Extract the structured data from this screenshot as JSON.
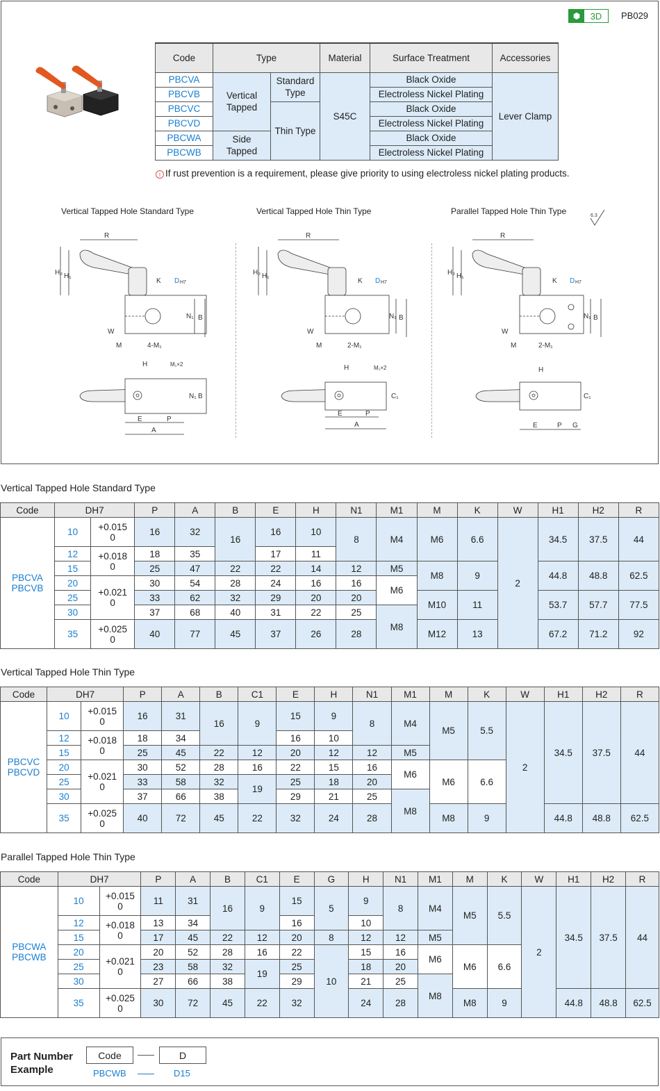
{
  "header": {
    "badge_3d": "3D",
    "page_code": "PB029"
  },
  "spec_table": {
    "headers": [
      "Code",
      "Type",
      "Material",
      "Surface Treatment",
      "Accessories"
    ],
    "codes": [
      "PBCVA",
      "PBCVB",
      "PBCVC",
      "PBCVD",
      "PBCWA",
      "PBCWB"
    ],
    "type_vertical": "Vertical Tapped",
    "type_side": "Side Tapped",
    "subtype_standard": "Standard Type",
    "subtype_thin": "Thin Type",
    "material": "S45C",
    "treatments": [
      "Black Oxide",
      "Electroless Nickel Plating",
      "Black Oxide",
      "Electroless Nickel Plating",
      "Black Oxide",
      "Electroless Nickel Plating"
    ],
    "accessories": "Lever Clamp"
  },
  "note": "If rust prevention is a requirement, please give priority to using electroless nickel plating products.",
  "drawings": {
    "titles": [
      "Vertical Tapped Hole Standard Type",
      "Vertical Tapped Hole Thin Type",
      "Parallel Tapped Hole Thin Type"
    ],
    "roughness": "6.3"
  },
  "table1": {
    "title": "Vertical Tapped Hole Standard Type",
    "headers": [
      "Code",
      "DH7",
      "P",
      "A",
      "B",
      "E",
      "H",
      "N1",
      "M1",
      "M",
      "K",
      "W",
      "H1",
      "H2",
      "R"
    ],
    "code": "PBCVA\nPBCVB",
    "d": [
      "10",
      "12",
      "15",
      "20",
      "25",
      "30",
      "35"
    ],
    "tol": [
      "+0.015\n0",
      "+0.018\n0",
      "+0.021\n0",
      "+0.025\n0"
    ],
    "P": [
      "16",
      "18",
      "25",
      "30",
      "33",
      "37",
      "40"
    ],
    "A": [
      "32",
      "35",
      "47",
      "54",
      "62",
      "68",
      "77"
    ],
    "B": [
      "16",
      "22",
      "28",
      "32",
      "40",
      "45"
    ],
    "E": [
      "16",
      "17",
      "22",
      "24",
      "29",
      "31",
      "37"
    ],
    "H": [
      "10",
      "11",
      "14",
      "16",
      "20",
      "22",
      "26"
    ],
    "N1": [
      "8",
      "12",
      "16",
      "20",
      "25",
      "28"
    ],
    "M1": [
      "M4",
      "M5",
      "M6",
      "M8"
    ],
    "M": [
      "M6",
      "M8",
      "M10",
      "M12"
    ],
    "K": [
      "6.6",
      "9",
      "11",
      "13"
    ],
    "W": "2",
    "H1": [
      "34.5",
      "44.8",
      "53.7",
      "67.2"
    ],
    "H2": [
      "37.5",
      "48.8",
      "57.7",
      "71.2"
    ],
    "R": [
      "44",
      "62.5",
      "77.5",
      "92"
    ]
  },
  "table2": {
    "title": "Vertical Tapped Hole Thin Type",
    "headers": [
      "Code",
      "DH7",
      "P",
      "A",
      "B",
      "C1",
      "E",
      "H",
      "N1",
      "M1",
      "M",
      "K",
      "W",
      "H1",
      "H2",
      "R"
    ],
    "code": "PBCVC\nPBCVD",
    "d": [
      "10",
      "12",
      "15",
      "20",
      "25",
      "30",
      "35"
    ],
    "tol": [
      "+0.015\n0",
      "+0.018\n0",
      "+0.021\n0",
      "+0.025\n0"
    ],
    "P": [
      "16",
      "18",
      "25",
      "30",
      "33",
      "37",
      "40"
    ],
    "A": [
      "31",
      "34",
      "45",
      "52",
      "58",
      "66",
      "72"
    ],
    "B": [
      "16",
      "22",
      "28",
      "32",
      "38",
      "45"
    ],
    "C1": [
      "9",
      "12",
      "16",
      "19",
      "22"
    ],
    "E": [
      "15",
      "16",
      "20",
      "22",
      "25",
      "29",
      "32"
    ],
    "H": [
      "9",
      "10",
      "12",
      "15",
      "18",
      "21",
      "24"
    ],
    "N1": [
      "8",
      "12",
      "16",
      "20",
      "25",
      "28"
    ],
    "M1": [
      "M4",
      "M5",
      "M6",
      "M8"
    ],
    "M": [
      "M5",
      "M6",
      "M8"
    ],
    "K": [
      "5.5",
      "6.6",
      "9"
    ],
    "W": "2",
    "H1": [
      "34.5",
      "44.8"
    ],
    "H2": [
      "37.5",
      "48.8"
    ],
    "R": [
      "44",
      "62.5"
    ]
  },
  "table3": {
    "title": "Parallel Tapped Hole Thin Type",
    "headers": [
      "Code",
      "DH7",
      "P",
      "A",
      "B",
      "C1",
      "E",
      "G",
      "H",
      "N1",
      "M1",
      "M",
      "K",
      "W",
      "H1",
      "H2",
      "R"
    ],
    "code": "PBCWA\nPBCWB",
    "d": [
      "10",
      "12",
      "15",
      "20",
      "25",
      "30",
      "35"
    ],
    "tol": [
      "+0.015\n0",
      "+0.018\n0",
      "+0.021\n0",
      "+0.025\n0"
    ],
    "P": [
      "11",
      "13",
      "17",
      "20",
      "23",
      "27",
      "30"
    ],
    "A": [
      "31",
      "34",
      "45",
      "52",
      "58",
      "66",
      "72"
    ],
    "B": [
      "16",
      "22",
      "28",
      "32",
      "38",
      "45"
    ],
    "C1": [
      "9",
      "12",
      "16",
      "19",
      "22"
    ],
    "E": [
      "15",
      "16",
      "20",
      "22",
      "25",
      "29",
      "32"
    ],
    "G": [
      "5",
      "8",
      "10"
    ],
    "H": [
      "9",
      "10",
      "12",
      "15",
      "18",
      "21",
      "24"
    ],
    "N1": [
      "8",
      "12",
      "16",
      "20",
      "25",
      "28"
    ],
    "M1": [
      "M4",
      "M5",
      "M6",
      "M8"
    ],
    "M": [
      "M5",
      "M6",
      "M8"
    ],
    "K": [
      "5.5",
      "6.6",
      "9"
    ],
    "W": "2",
    "H1": [
      "34.5",
      "44.8"
    ],
    "H2": [
      "37.5",
      "48.8"
    ],
    "R": [
      "44",
      "62.5"
    ]
  },
  "part_number": {
    "label": "Part Number Example",
    "code_label": "Code",
    "d_label": "D",
    "code_value": "PBCWB",
    "d_value": "D15"
  },
  "colors": {
    "accent": "#1a7fd0",
    "cell_blue": "#dcebf7",
    "badge_green": "#2a9a3c",
    "handle_orange": "#e2581f"
  }
}
